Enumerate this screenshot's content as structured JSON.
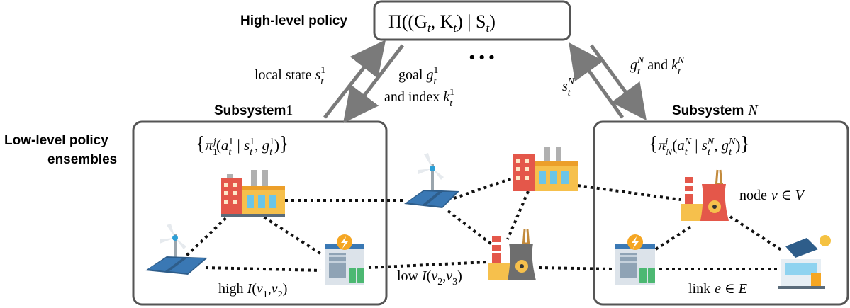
{
  "labels": {
    "high_level_policy": "High-level policy",
    "high_level_formula_prefix": "Π((G",
    "high_level_formula_t1": "t",
    "high_level_formula_mid": ", K",
    "high_level_formula_t2": "t",
    "high_level_formula_mid2": ") | S",
    "high_level_formula_t3": "t",
    "high_level_formula_suffix": ")",
    "low_level_line1": "Low-level policy",
    "low_level_line2": "ensembles",
    "subsystem1": "Subsystem",
    "subsystem1_num": "1",
    "subsystemN": "Subsystem",
    "subsystemN_num": "N",
    "local_state": "local state",
    "goal": "goal",
    "and_index": "and index",
    "sN": "s",
    "gN_and_kN": "and",
    "ellipsis": "• • •",
    "high_I": "high",
    "low_I": "low",
    "node_label": "node",
    "node_set": "v ∈ V",
    "link_label": "link",
    "link_set": "e ∈ E"
  },
  "colors": {
    "box_stroke": "#555555",
    "arrow": "#7a7a7a",
    "dotted": "#111111"
  },
  "icons": [
    "factory-icon",
    "wind-solar-icon",
    "battery-station-icon",
    "nuclear-plant-icon",
    "solar-house-icon"
  ]
}
